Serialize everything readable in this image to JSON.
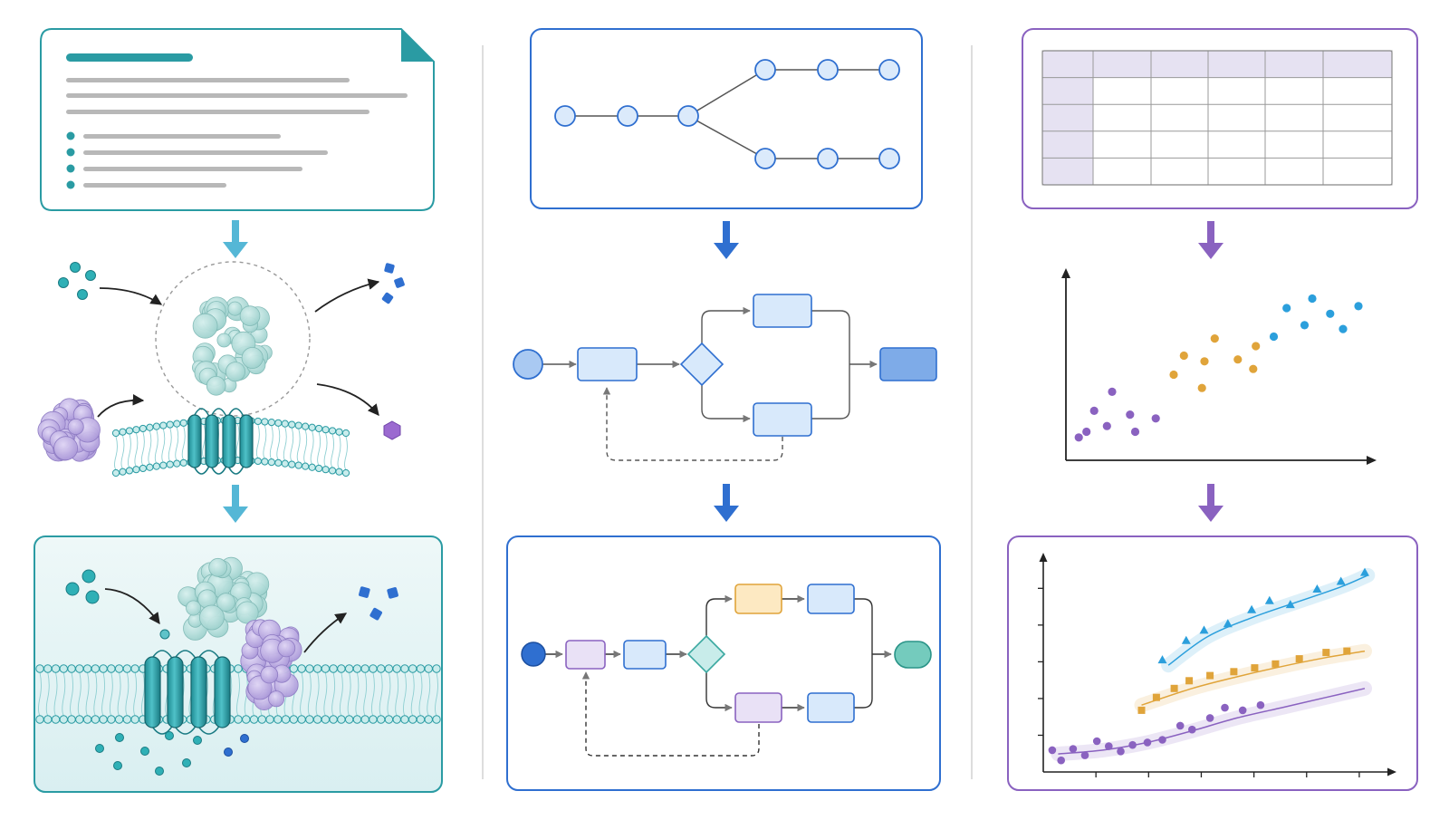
{
  "colors": {
    "teal": "#2a9ba3",
    "teal_light": "#5fc3c9",
    "membrane": "#7fc8cc",
    "protein": "#a9dcd8",
    "protein_purple": "#b7a6e0",
    "blue": "#2f6fd0",
    "blue_fill": "#d8e9fb",
    "blue_dark": "#4a86d8",
    "purple": "#8a62c0",
    "purple_light": "#e9e1f6",
    "orange": "#e0a43a",
    "orange_light": "#fde9c2",
    "sky": "#2b9fdc",
    "green": "#74cbbd",
    "gray": "#b8b8b8",
    "divider": "#dddddd"
  },
  "icons": {
    "document": "document-icon",
    "molecule": "molecule-icon",
    "membrane": "membrane-icon",
    "network": "node-network-icon",
    "flowchart": "flowchart-icon",
    "table": "table-icon",
    "scatter": "scatter-plot-icon",
    "curves": "trend-lines-icon"
  },
  "chart_data": [
    {
      "type": "scatter",
      "panel": "right-middle",
      "series": [
        {
          "color": "#8a62c0",
          "points": [
            [
              0.5,
              1.2
            ],
            [
              0.8,
              1.5
            ],
            [
              1.1,
              2.6
            ],
            [
              1.6,
              1.8
            ],
            [
              1.8,
              3.6
            ],
            [
              2.5,
              2.4
            ],
            [
              2.7,
              1.5
            ],
            [
              3.5,
              2.2
            ]
          ]
        },
        {
          "color": "#e0a43a",
          "points": [
            [
              4.2,
              4.5
            ],
            [
              4.6,
              5.5
            ],
            [
              5.3,
              3.8
            ],
            [
              5.4,
              5.2
            ],
            [
              5.8,
              6.4
            ],
            [
              6.7,
              5.3
            ],
            [
              7.3,
              4.8
            ],
            [
              7.4,
              6.0
            ]
          ]
        },
        {
          "color": "#2b9fdc",
          "points": [
            [
              8.1,
              6.5
            ],
            [
              8.6,
              8.0
            ],
            [
              9.3,
              7.1
            ],
            [
              9.6,
              8.5
            ],
            [
              10.3,
              7.7
            ],
            [
              10.8,
              6.9
            ],
            [
              11.4,
              8.1
            ]
          ]
        }
      ],
      "xlim": [
        0,
        12
      ],
      "ylim": [
        0,
        10
      ],
      "grid": false
    },
    {
      "type": "line",
      "panel": "right-bottom",
      "series": [
        {
          "color": "#8a62c0",
          "marker": "circle",
          "points": [
            [
              0.3,
              1.7
            ],
            [
              0.6,
              0.9
            ],
            [
              1.0,
              1.8
            ],
            [
              1.4,
              1.3
            ],
            [
              1.8,
              2.4
            ],
            [
              2.2,
              2.0
            ],
            [
              2.6,
              1.6
            ],
            [
              3.0,
              2.1
            ],
            [
              3.5,
              2.3
            ],
            [
              4.0,
              2.5
            ],
            [
              4.6,
              3.6
            ],
            [
              5.0,
              3.3
            ],
            [
              5.6,
              4.2
            ],
            [
              6.1,
              5.0
            ],
            [
              6.7,
              4.8
            ],
            [
              7.3,
              5.2
            ]
          ],
          "fit": [
            [
              0.5,
              1.4
            ],
            [
              2.0,
              1.7
            ],
            [
              3.5,
              2.3
            ],
            [
              5.0,
              3.2
            ],
            [
              6.5,
              4.2
            ],
            [
              8.0,
              5.0
            ],
            [
              9.5,
              5.8
            ],
            [
              10.8,
              6.5
            ]
          ]
        },
        {
          "color": "#e0a43a",
          "marker": "square",
          "points": [
            [
              3.3,
              4.8
            ],
            [
              3.8,
              5.8
            ],
            [
              4.4,
              6.5
            ],
            [
              4.9,
              7.1
            ],
            [
              5.6,
              7.5
            ],
            [
              6.4,
              7.8
            ],
            [
              7.1,
              8.1
            ],
            [
              7.8,
              8.4
            ],
            [
              8.6,
              8.8
            ],
            [
              9.5,
              9.3
            ],
            [
              10.2,
              9.4
            ]
          ],
          "fit": [
            [
              3.3,
              5.2
            ],
            [
              5.0,
              6.5
            ],
            [
              6.5,
              7.4
            ],
            [
              8.0,
              8.2
            ],
            [
              9.5,
              8.9
            ],
            [
              10.8,
              9.4
            ]
          ]
        },
        {
          "color": "#2b9fdc",
          "marker": "triangle",
          "points": [
            [
              4.0,
              8.7
            ],
            [
              4.8,
              10.2
            ],
            [
              5.4,
              11.0
            ],
            [
              6.2,
              11.5
            ],
            [
              7.0,
              12.6
            ],
            [
              7.6,
              13.3
            ],
            [
              8.3,
              13.0
            ],
            [
              9.2,
              14.2
            ],
            [
              10.0,
              14.8
            ],
            [
              10.8,
              15.5
            ]
          ],
          "fit": [
            [
              4.2,
              8.3
            ],
            [
              5.5,
              10.5
            ],
            [
              7.0,
              12.0
            ],
            [
              8.5,
              13.2
            ],
            [
              10.0,
              14.4
            ],
            [
              10.9,
              15.3
            ]
          ]
        }
      ],
      "xlim": [
        0,
        11.5
      ],
      "ylim": [
        0,
        16
      ],
      "xticks": 6,
      "yticks": 5,
      "grid": false
    }
  ]
}
